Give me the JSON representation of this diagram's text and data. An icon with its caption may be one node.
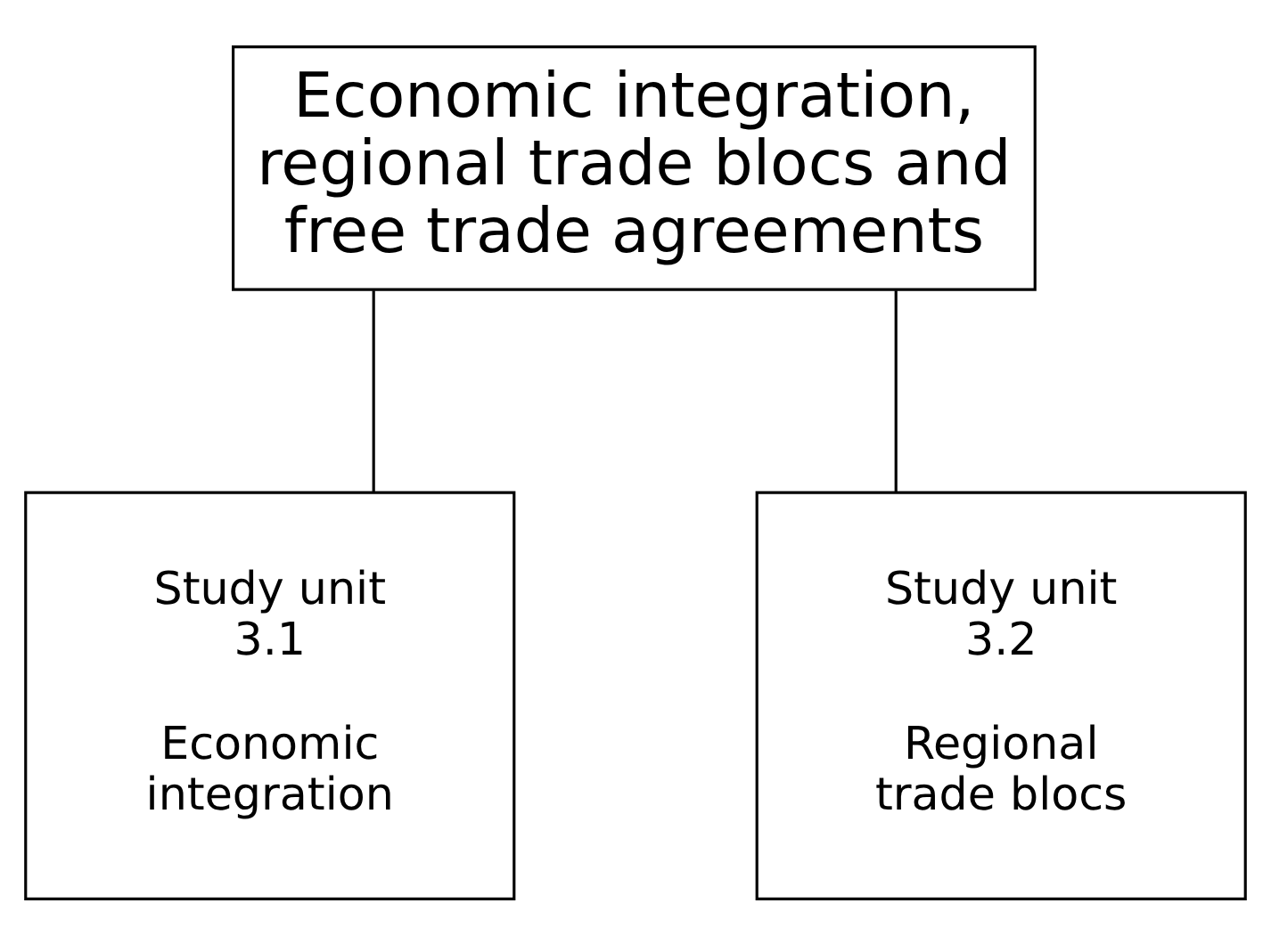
{
  "diagram": {
    "nodes": [
      {
        "text": [
          "Economic integration, regional trade blocs and free trade agreements"
        ]
      },
      {
        "text": [
          "Study unit 3.1",
          "Economic integration"
        ]
      },
      {
        "text": [
          "Study unit 3.2",
          "Regional trade blocs"
        ]
      }
    ],
    "edges": [
      {
        "from": 0,
        "to": 1,
        "arrow": "none"
      },
      {
        "from": 0,
        "to": 2,
        "arrow": "none"
      }
    ]
  }
}
